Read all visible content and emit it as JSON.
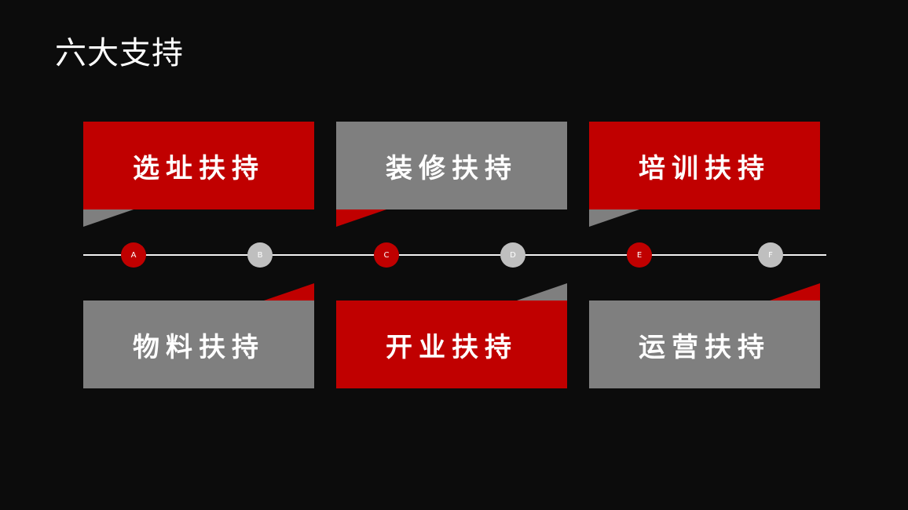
{
  "title": "六大支持",
  "colors": {
    "red": "#c00000",
    "gray": "#7f7f7f",
    "light_gray": "#bfbfbf",
    "background": "#0c0c0c"
  },
  "top_cards": [
    {
      "label": "选址扶持",
      "color": "red"
    },
    {
      "label": "装修扶持",
      "color": "gray"
    },
    {
      "label": "培训扶持",
      "color": "red"
    }
  ],
  "bottom_cards": [
    {
      "label": "物料扶持",
      "color": "gray"
    },
    {
      "label": "开业扶持",
      "color": "red"
    },
    {
      "label": "运营扶持",
      "color": "gray"
    }
  ],
  "nodes": [
    {
      "label": "A",
      "color": "red"
    },
    {
      "label": "B",
      "color": "light_gray"
    },
    {
      "label": "C",
      "color": "red"
    },
    {
      "label": "D",
      "color": "light_gray"
    },
    {
      "label": "E",
      "color": "red"
    },
    {
      "label": "F",
      "color": "light_gray"
    }
  ]
}
